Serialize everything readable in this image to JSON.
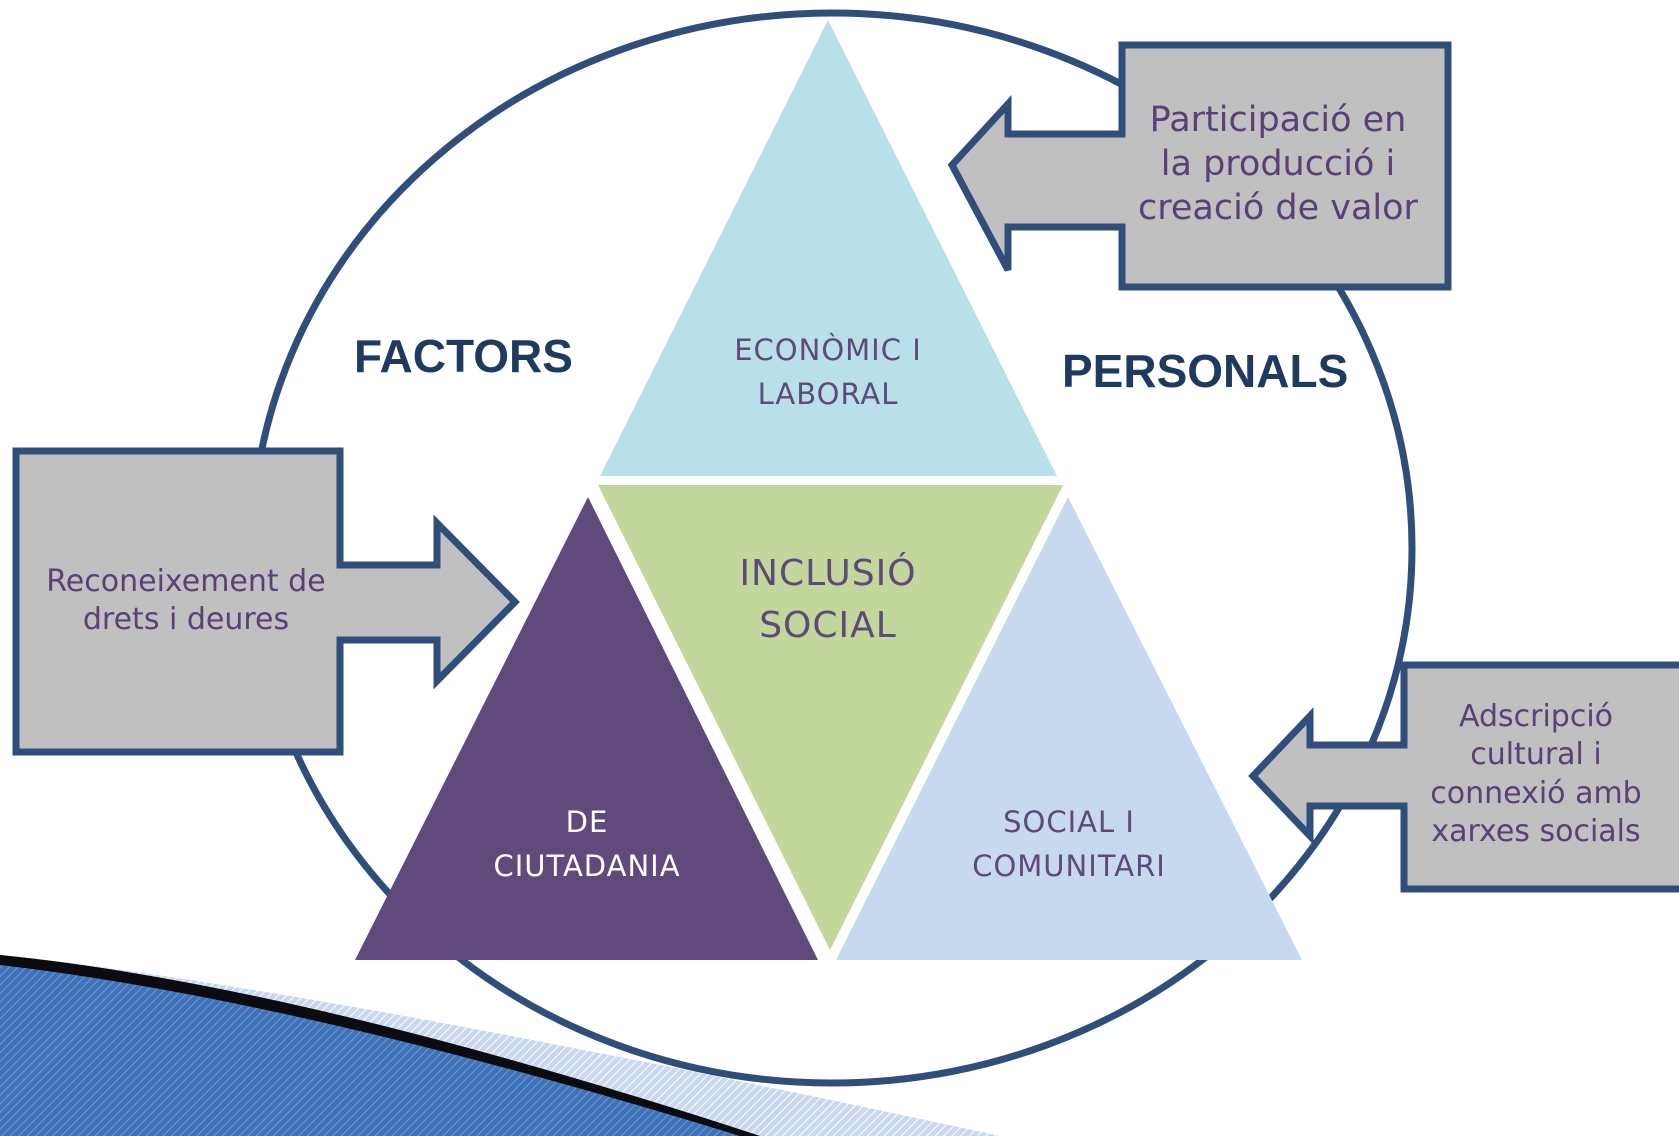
{
  "diagram": {
    "factors_label": "FACTORS",
    "personals_label": "PERSONALS",
    "center": {
      "line1": "INCLUSIÓ",
      "line2": "SOCIAL"
    },
    "top_triangle": {
      "line1": "ECONÒMIC I",
      "line2": "LABORAL"
    },
    "left_triangle": {
      "line1": "DE",
      "line2": "CIUTADANIA"
    },
    "right_triangle": {
      "line1": "SOCIAL I",
      "line2": "COMUNITARI"
    },
    "box_top_right": {
      "lines": [
        "Participació en",
        "la producció i",
        "creació de valor"
      ]
    },
    "box_left": {
      "lines": [
        "Reconeixement de",
        "drets i deures"
      ]
    },
    "box_bottom_right": {
      "lines": [
        "Adscripció",
        "cultural i",
        "connexió amb",
        "xarxes socials"
      ]
    }
  },
  "colors": {
    "circle_stroke": "#2f4e7a",
    "top_triangle": "#b9dfe9",
    "center_triangle": "#c3d69b",
    "left_triangle": "#5f4a7b",
    "right_triangle": "#c6d9ef",
    "box_fill": "#c0c0c0",
    "box_stroke": "#2f4e7a",
    "label_purple": "#5a3f78",
    "label_navy": "#1f3a5f"
  }
}
